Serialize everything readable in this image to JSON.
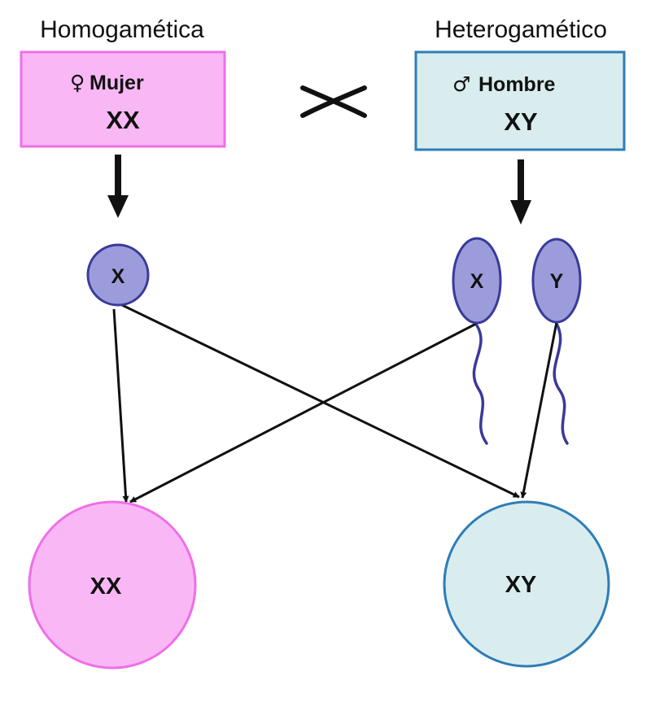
{
  "female": {
    "heading": "Homogamética",
    "symbol": "♀",
    "label": "Mujer",
    "karyotype": "XX",
    "color_fill": "#F9B8F5",
    "color_border": "#EE6FE8"
  },
  "male": {
    "heading": "Heterogamético",
    "symbol": "♂",
    "label": "Hombre",
    "karyotype": "XY",
    "color_fill": "#D9EDEF",
    "color_border": "#2E7DB8"
  },
  "cross_symbol": "x-cross-icon",
  "gametes": {
    "egg": "X",
    "sperm_x": "X",
    "sperm_y": "Y",
    "color_fill": "#9C9CDB",
    "color_border": "#3A3A9A"
  },
  "offspring": {
    "female": "XX",
    "male": "XY"
  }
}
